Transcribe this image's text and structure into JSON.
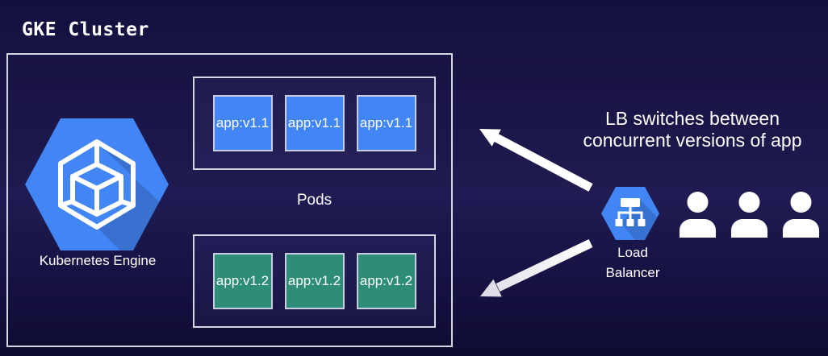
{
  "title": "GKE Cluster",
  "colors": {
    "background_top": "#14103e",
    "background_mid": "#201b52",
    "background_bottom": "#0f0c31",
    "box_border": "#d4d7e3",
    "gcp_blue": "#4285f4",
    "pod_v1_blue": "#4285f4",
    "pod_v2_green": "#2e8d76",
    "arrow_white": "#ffffff",
    "text_white": "#ffffff"
  },
  "cluster": {
    "engine": {
      "label": "Kubernetes Engine",
      "icon": "gke-hexagon-cube-icon"
    },
    "pods_label": "Pods",
    "groups": [
      {
        "name": "pods-v1.1",
        "color": "#4285f4",
        "items": [
          "app:v1.1",
          "app:v1.1",
          "app:v1.1"
        ]
      },
      {
        "name": "pods-v1.2",
        "color": "#2e8d76",
        "items": [
          "app:v1.2",
          "app:v1.2",
          "app:v1.2"
        ]
      }
    ]
  },
  "load_balancer": {
    "label": "Load\nBalancer",
    "icon": "load-balancer-hexagon-icon"
  },
  "users": {
    "count": 3,
    "icon": "user-icon"
  },
  "caption": {
    "line1": "LB switches between",
    "line2": "concurrent versions of app"
  }
}
